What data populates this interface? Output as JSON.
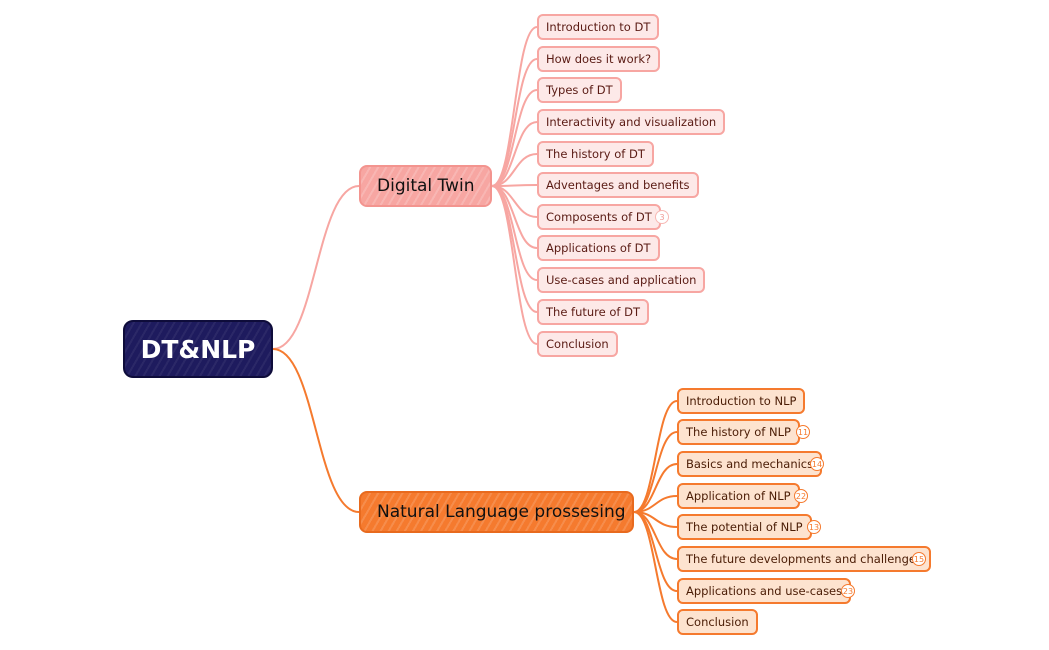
{
  "root": {
    "label": "DT&NLP"
  },
  "branches": [
    {
      "label": "Digital Twin",
      "children": [
        {
          "label": "Introduction to DT"
        },
        {
          "label": "How does it work?"
        },
        {
          "label": "Types of DT"
        },
        {
          "label": "Interactivity and visualization"
        },
        {
          "label": "The history of DT"
        },
        {
          "label": "Adventages and benefits"
        },
        {
          "label": "Composents of DT",
          "count": "3"
        },
        {
          "label": "Applications of DT"
        },
        {
          "label": "Use-cases and application"
        },
        {
          "label": "The future of DT"
        },
        {
          "label": "Conclusion"
        }
      ]
    },
    {
      "label": "Natural Language prossesing",
      "children": [
        {
          "label": "Introduction to NLP"
        },
        {
          "label": "The history of NLP",
          "count": "11"
        },
        {
          "label": "Basics and mechanics",
          "count": "14"
        },
        {
          "label": "Application of NLP",
          "count": "22"
        },
        {
          "label": "The potential of NLP",
          "count": "13"
        },
        {
          "label": "The future developments and challenges",
          "count": "15"
        },
        {
          "label": "Applications and use-cases",
          "count": "23"
        },
        {
          "label": "Conclusion"
        }
      ]
    }
  ],
  "colors": {
    "root": "#1e1b5e",
    "digital_twin": "#f7a6a2",
    "nlp": "#f57a2e"
  }
}
